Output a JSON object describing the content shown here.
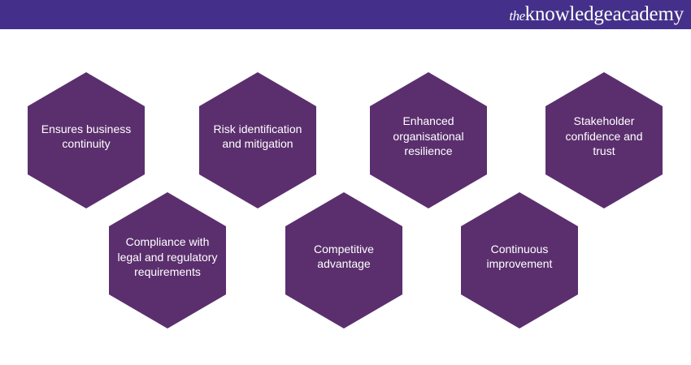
{
  "header": {
    "logo_prefix": "the",
    "logo_main": "knowledgeacademy",
    "background_color": "#44308a"
  },
  "diagram": {
    "shape": "hexagon",
    "fill_color": "#5b2f6e",
    "text_color": "#ffffff",
    "items": [
      {
        "label": "Ensures business continuity",
        "row": 1
      },
      {
        "label": "Risk identification and mitigation",
        "row": 1
      },
      {
        "label": "Enhanced organisational resilience",
        "row": 1
      },
      {
        "label": "Stakeholder confidence and trust",
        "row": 1
      },
      {
        "label": "Compliance with legal and regulatory requirements",
        "row": 2
      },
      {
        "label": "Competitive advantage",
        "row": 2
      },
      {
        "label": "Continuous improvement",
        "row": 2
      }
    ]
  }
}
